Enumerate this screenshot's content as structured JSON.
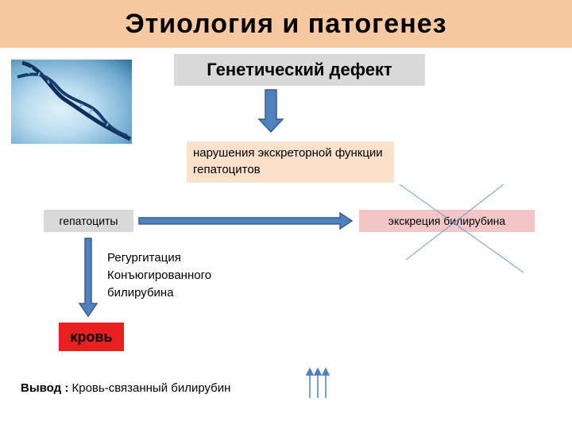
{
  "title": "Этиология и патогенез",
  "nodes": {
    "genetic_defect": "Генетический дефект",
    "excretory_violation": "нарушения экскреторной функции гепатоцитов",
    "hepatocytes": "гепатоциты",
    "bilirubin_excretion": "экскреция билирубина",
    "regurgitation": [
      "Регургитация",
      "Конъюгированного",
      "билирубина"
    ],
    "blood": "кровь"
  },
  "conclusion": {
    "label": "Вывод :",
    "text": "Кровь-связанный  билирубин"
  },
  "colors": {
    "title_bg": "#f8c8a0",
    "gray_box": "#d9d9d9",
    "peach_box": "#fbe0cc",
    "pink_box": "#f2c6c6",
    "blood_box": "#e8201f",
    "arrow_fill": "#4f81bd",
    "arrow_stroke": "#385d8a"
  },
  "icons": {
    "dna": "dna-helix-image",
    "increase": "triple-up-arrow-icon",
    "crossed_out": "cross-lines"
  }
}
